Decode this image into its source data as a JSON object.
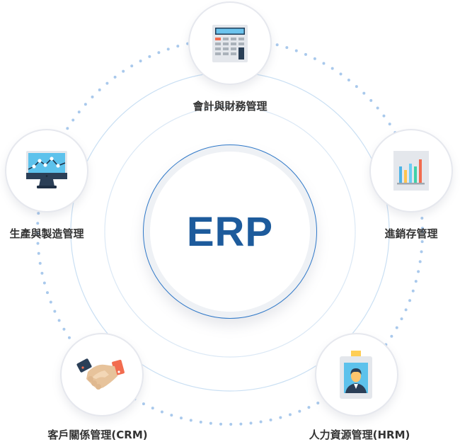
{
  "center": {
    "label": "ERP",
    "color": "#1d5b9c"
  },
  "modules": [
    {
      "id": "accounting",
      "label": "會計與財務管理",
      "icon": "calculator-icon"
    },
    {
      "id": "inventory",
      "label": "進銷存管理",
      "icon": "bar-chart-icon"
    },
    {
      "id": "hrm",
      "label": "人力資源管理(HRM)",
      "icon": "id-badge-icon"
    },
    {
      "id": "crm",
      "label": "客戶關係管理(CRM)",
      "icon": "handshake-icon"
    },
    {
      "id": "manufacturing",
      "label": "生產與製造管理",
      "icon": "monitor-chart-icon"
    }
  ],
  "colors": {
    "ring_line": "#c9dff3",
    "dot": "#a9c9ec",
    "accent": "#2f78c8"
  }
}
